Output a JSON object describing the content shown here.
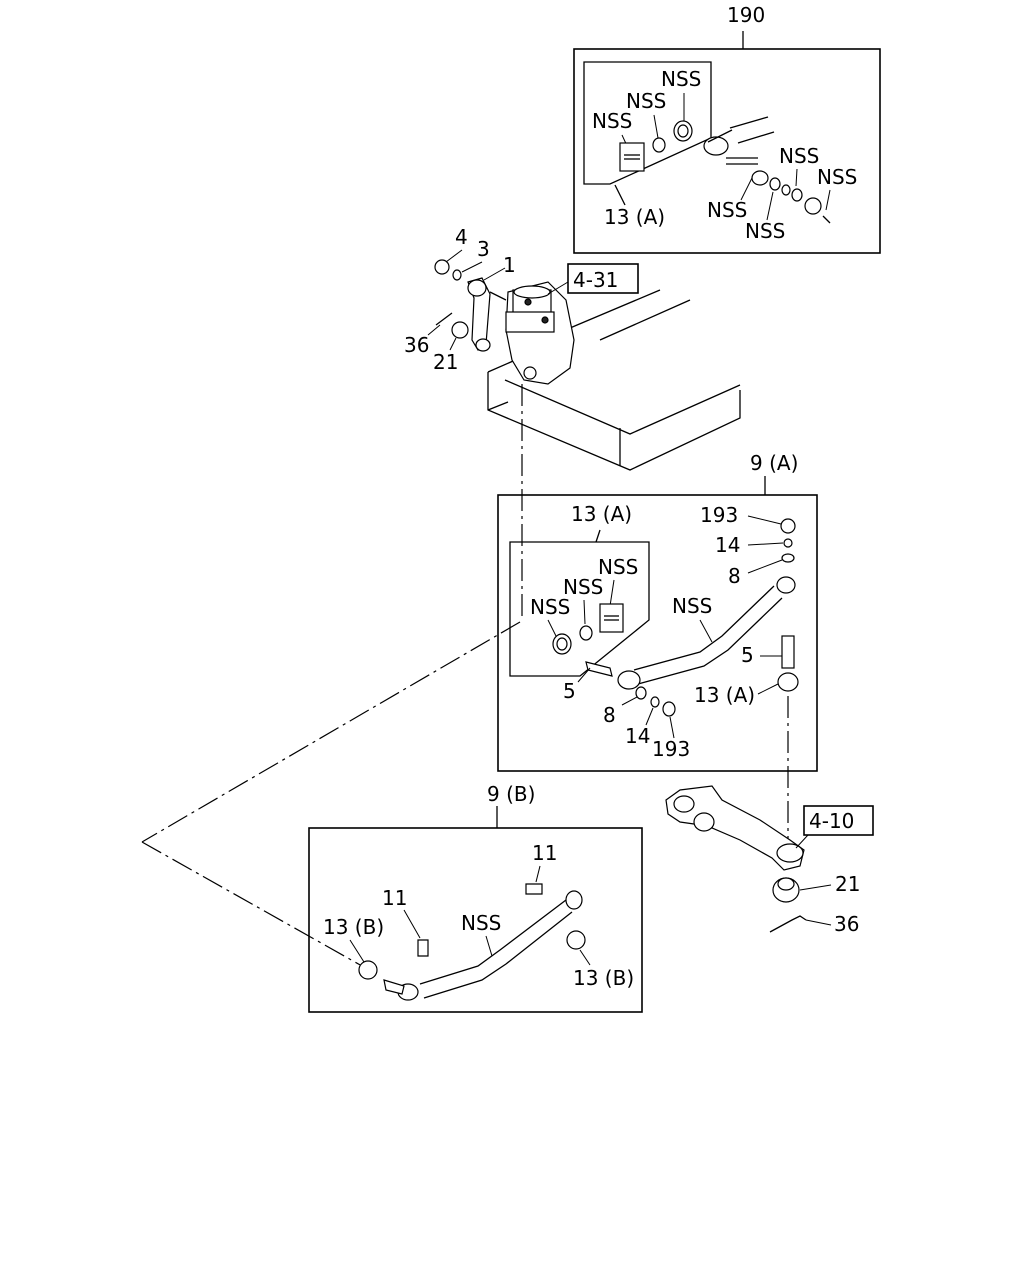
{
  "labels": {
    "l190": "190",
    "l13a_top": "13 (A)",
    "nss_top_1": "NSS",
    "nss_top_2": "NSS",
    "nss_top_3": "NSS",
    "nss_top_4": "NSS",
    "nss_top_5": "NSS",
    "nss_top_6": "NSS",
    "nss_top_7": "NSS",
    "l4": "4",
    "l3": "3",
    "l1": "1",
    "l36_top": "36",
    "l21_top": "21",
    "ref_4_31": "4-31",
    "l9a": "9 (A)",
    "l13a_mid": "13 (A)",
    "nss_mid_1": "NSS",
    "nss_mid_2": "NSS",
    "nss_mid_3": "NSS",
    "nss_mid_rod": "NSS",
    "l193_top": "193",
    "l14_top": "14",
    "l8_top": "8",
    "l5_right": "5",
    "l13a_right": "13 (A)",
    "l5_left": "5",
    "l8_bottom": "8",
    "l14_bottom": "14",
    "l193_bottom": "193",
    "ref_4_10": "4-10",
    "l21_right": "21",
    "l36_right": "36",
    "l9b": "9 (B)",
    "l11_top": "11",
    "l11_left": "11",
    "l13b_left": "13 (B)",
    "nss_b_rod": "NSS",
    "l13b_right": "13 (B)"
  }
}
